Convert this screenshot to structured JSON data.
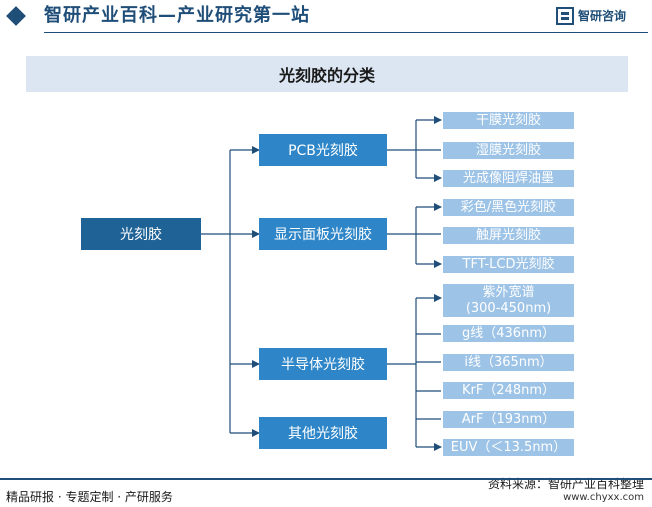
{
  "header": {
    "site_title": "智研产业百科—产业研究第一站",
    "brand_name": "智研咨询"
  },
  "diagram": {
    "title": "光刻胶的分类",
    "root": "光刻胶",
    "categories": [
      {
        "label": "PCB光刻胶",
        "children": [
          "干膜光刻胶",
          "湿膜光刻胶",
          "光成像阻焊油墨"
        ]
      },
      {
        "label": "显示面板光刻胶",
        "children": [
          "彩色/黑色光刻胶",
          "触屏光刻胶",
          "TFT-LCD光刻胶"
        ]
      },
      {
        "label": "半导体光刻胶",
        "children": [
          "紫外宽谱\n(300-450nm)",
          "g线（436nm）",
          "i线（365nm）",
          "KrF（248nm）",
          "ArF（193nm）",
          "EUV（＜13.5nm）"
        ]
      },
      {
        "label": "其他光刻胶",
        "children": []
      }
    ]
  },
  "footer": {
    "source": "资料来源：智研产业百科整理",
    "slogan": "精品研报 · 专题定制 · 产研服务",
    "url": "www.chyxx.com"
  },
  "colors": {
    "primary": "#1f4e79",
    "root_node": "#1f6296",
    "category_node": "#2e86c8",
    "leaf_node": "#9dc3e6",
    "title_band": "#dce6f2"
  }
}
